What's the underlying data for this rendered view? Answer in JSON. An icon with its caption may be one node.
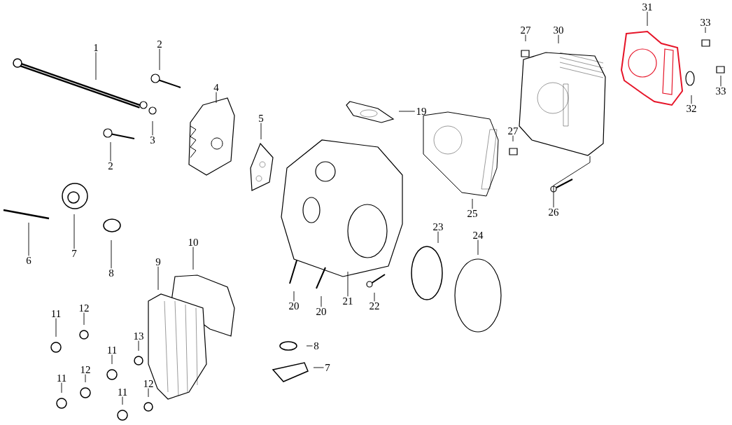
{
  "diagram": {
    "nodes": [
      {
        "text": [
          "1"
        ]
      },
      {
        "text": [
          "2"
        ]
      },
      {
        "text": [
          "3"
        ]
      },
      {
        "text": [
          "2"
        ]
      },
      {
        "text": [
          "4"
        ]
      },
      {
        "text": [
          "5"
        ]
      },
      {
        "text": [
          "6"
        ]
      },
      {
        "text": [
          "7"
        ]
      },
      {
        "text": [
          "8"
        ]
      },
      {
        "text": [
          "9"
        ]
      },
      {
        "text": [
          "10"
        ]
      },
      {
        "text": [
          "11"
        ]
      },
      {
        "text": [
          "12"
        ]
      },
      {
        "text": [
          "11"
        ]
      },
      {
        "text": [
          "13"
        ]
      },
      {
        "text": [
          "12"
        ]
      },
      {
        "text": [
          "11"
        ]
      },
      {
        "text": [
          "11"
        ]
      },
      {
        "text": [
          "12"
        ]
      },
      {
        "text": [
          "20"
        ]
      },
      {
        "text": [
          "20"
        ]
      },
      {
        "text": [
          "21"
        ]
      },
      {
        "text": [
          "22"
        ]
      },
      {
        "text": [
          "19"
        ]
      },
      {
        "text": [
          "25"
        ]
      },
      {
        "text": [
          "23"
        ]
      },
      {
        "text": [
          "24"
        ]
      },
      {
        "text": [
          "27"
        ]
      },
      {
        "text": [
          "30"
        ]
      },
      {
        "text": [
          "27"
        ]
      },
      {
        "text": [
          "26"
        ]
      },
      {
        "text": [
          "31"
        ]
      },
      {
        "text": [
          "33"
        ]
      },
      {
        "text": [
          "32"
        ]
      },
      {
        "text": [
          "33"
        ]
      },
      {
        "text": [
          "8"
        ]
      },
      {
        "text": [
          "7"
        ]
      }
    ],
    "edges": [
      {
        "from": 0,
        "to": null,
        "arrow": "none"
      },
      {
        "from": 1,
        "to": null,
        "arrow": "none"
      },
      {
        "from": 2,
        "to": null,
        "arrow": "none"
      },
      {
        "from": 3,
        "to": null,
        "arrow": "none"
      },
      {
        "from": 4,
        "to": null,
        "arrow": "none"
      },
      {
        "from": 5,
        "to": null,
        "arrow": "none"
      },
      {
        "from": 6,
        "to": null,
        "arrow": "none"
      },
      {
        "from": 7,
        "to": null,
        "arrow": "none"
      },
      {
        "from": 8,
        "to": null,
        "arrow": "none"
      },
      {
        "from": 9,
        "to": null,
        "arrow": "none"
      },
      {
        "from": 10,
        "to": null,
        "arrow": "none"
      },
      {
        "from": 11,
        "to": null,
        "arrow": "none"
      },
      {
        "from": 12,
        "to": null,
        "arrow": "none"
      },
      {
        "from": 13,
        "to": null,
        "arrow": "none"
      },
      {
        "from": 14,
        "to": null,
        "arrow": "none"
      },
      {
        "from": 15,
        "to": null,
        "arrow": "none"
      },
      {
        "from": 16,
        "to": null,
        "arrow": "none"
      },
      {
        "from": 17,
        "to": null,
        "arrow": "none"
      },
      {
        "from": 18,
        "to": null,
        "arrow": "none"
      },
      {
        "from": 19,
        "to": null,
        "arrow": "none"
      },
      {
        "from": 20,
        "to": null,
        "arrow": "none"
      },
      {
        "from": 21,
        "to": null,
        "arrow": "none"
      },
      {
        "from": 22,
        "to": null,
        "arrow": "none"
      },
      {
        "from": 23,
        "to": null,
        "arrow": "none"
      },
      {
        "from": 24,
        "to": null,
        "arrow": "none"
      },
      {
        "from": 25,
        "to": null,
        "arrow": "none"
      },
      {
        "from": 26,
        "to": null,
        "arrow": "none"
      },
      {
        "from": 27,
        "to": null,
        "arrow": "none"
      },
      {
        "from": 28,
        "to": null,
        "arrow": "none"
      },
      {
        "from": 29,
        "to": null,
        "arrow": "none"
      },
      {
        "from": 30,
        "to": null,
        "arrow": "none"
      },
      {
        "from": 31,
        "to": null,
        "arrow": "none"
      },
      {
        "from": 32,
        "to": null,
        "arrow": "none"
      },
      {
        "from": 33,
        "to": null,
        "arrow": "none"
      },
      {
        "from": 34,
        "to": null,
        "arrow": "none"
      },
      {
        "from": 35,
        "to": null,
        "arrow": "none"
      },
      {
        "from": 36,
        "to": null,
        "arrow": "none"
      }
    ]
  }
}
